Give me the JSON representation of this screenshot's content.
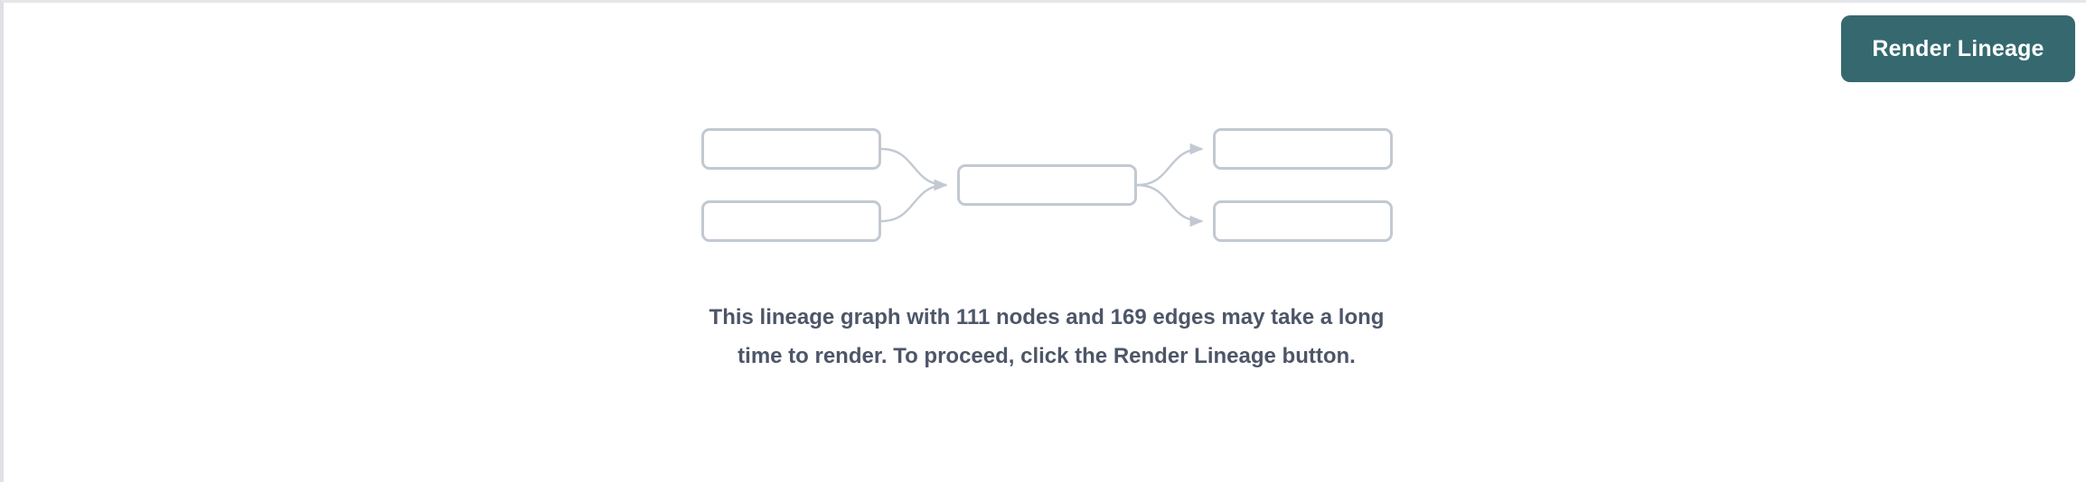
{
  "panel": {
    "button": {
      "label": "Render Lineage",
      "color": "#35696f",
      "text_color": "#ffffff"
    },
    "message": "This lineage graph with 111 nodes and 169 edges may take a long time to render. To proceed, click the Render Lineage button.",
    "message_color": "#4d5668",
    "graph_placeholder": {
      "node_border_color": "#c2c9d2",
      "edge_color": "#c2c9d2",
      "nodes": [
        {
          "id": "source-1",
          "label": ""
        },
        {
          "id": "source-2",
          "label": ""
        },
        {
          "id": "middle",
          "label": ""
        },
        {
          "id": "target-1",
          "label": ""
        },
        {
          "id": "target-2",
          "label": ""
        }
      ],
      "edges": [
        {
          "from": "source-1",
          "to": "middle"
        },
        {
          "from": "source-2",
          "to": "middle"
        },
        {
          "from": "middle",
          "to": "target-1"
        },
        {
          "from": "middle",
          "to": "target-2"
        }
      ],
      "node_count": 111,
      "edge_count": 169
    }
  }
}
